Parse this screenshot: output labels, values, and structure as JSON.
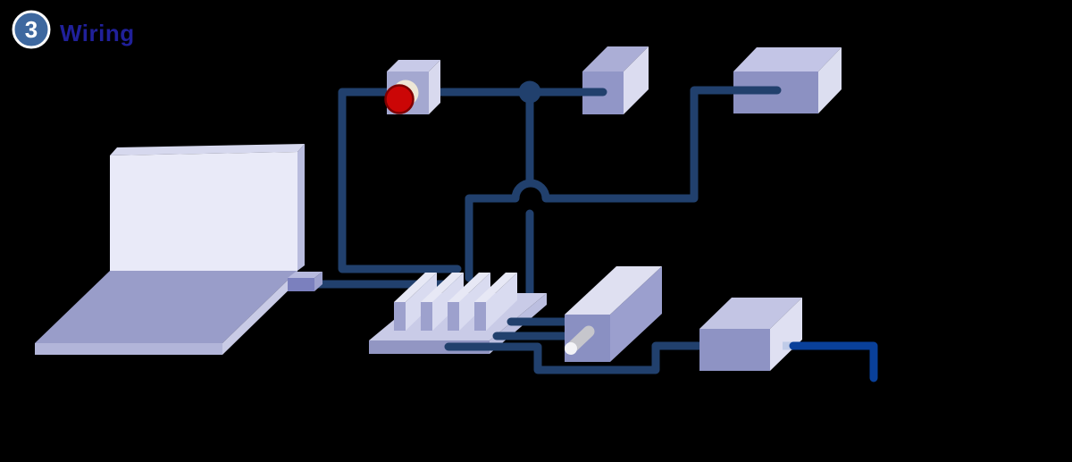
{
  "header": {
    "step_number": "3",
    "title": "Wiring"
  },
  "colors": {
    "background": "#000000",
    "wire": "#21406D",
    "wire_bright": "#09409A",
    "wire_tip_light": "#BFCBE8",
    "stop_button_red": "#CB0606",
    "stop_button_red_border": "#7E0000",
    "badge_fill": "#3E689F",
    "badge_ring": "#FFFFFF",
    "badge_number_color": "#FFFFFF",
    "title_color": "#20209A"
  },
  "diagram": {
    "components": [
      {
        "id": "laptop",
        "name": "laptop-with-usb-dongle"
      },
      {
        "id": "stop-button",
        "name": "emergency-stop-button-cube"
      },
      {
        "id": "junction",
        "name": "wire-junction-node"
      },
      {
        "id": "small-module",
        "name": "small-module-cube"
      },
      {
        "id": "flat-module",
        "name": "flat-module-box"
      },
      {
        "id": "terminal-strip",
        "name": "terminal-block-strip-4-blades"
      },
      {
        "id": "power-supply",
        "name": "power-supply-with-barrel-connector"
      },
      {
        "id": "adapter-box",
        "name": "adapter-box"
      }
    ],
    "wires": [
      {
        "from": "laptop",
        "to": "terminal-strip"
      },
      {
        "from": "stop-button",
        "to": "terminal-strip"
      },
      {
        "from": "stop-button",
        "to": "junction"
      },
      {
        "from": "junction",
        "to": "small-module"
      },
      {
        "from": "junction",
        "to": "terminal-strip"
      },
      {
        "from": "flat-module",
        "to": "terminal-strip",
        "note": "hop-over-crossing"
      },
      {
        "from": "terminal-strip",
        "to": "power-supply",
        "count": 2
      },
      {
        "from": "terminal-strip",
        "to": "adapter-box",
        "note": "routed-under-power-supply"
      },
      {
        "from": "adapter-box",
        "to": "right-edge",
        "note": "bright-blue-wire"
      }
    ]
  }
}
